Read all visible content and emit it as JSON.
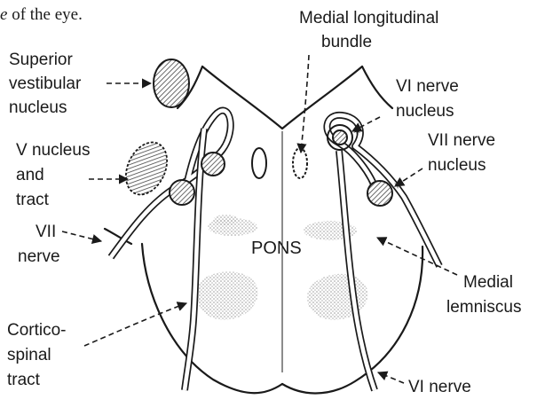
{
  "caption": {
    "italic_part": "e",
    "rest": " of the eye."
  },
  "labels": {
    "mlb_line1": "Medial longitudinal",
    "mlb_line2": "bundle",
    "svn_line1": "Superior",
    "svn_line2": "vestibular",
    "svn_line3": "nucleus",
    "vi_nucleus_line1": "VI nerve",
    "vi_nucleus_line2": "nucleus",
    "vii_nucleus_line1": "VII nerve",
    "vii_nucleus_line2": "nucleus",
    "v_nucleus_line1": "V nucleus",
    "v_nucleus_line2": "and",
    "v_nucleus_line3": "tract",
    "vii_nerve_line1": "VII",
    "vii_nerve_line2": "nerve",
    "pons": "PONS",
    "medial_lemniscus_line1": "Medial",
    "medial_lemniscus_line2": "lemniscus",
    "corticospinal_line1": "Cortico-",
    "corticospinal_line2": "spinal",
    "corticospinal_line3": "tract",
    "vi_nerve": "VI nerve"
  }
}
